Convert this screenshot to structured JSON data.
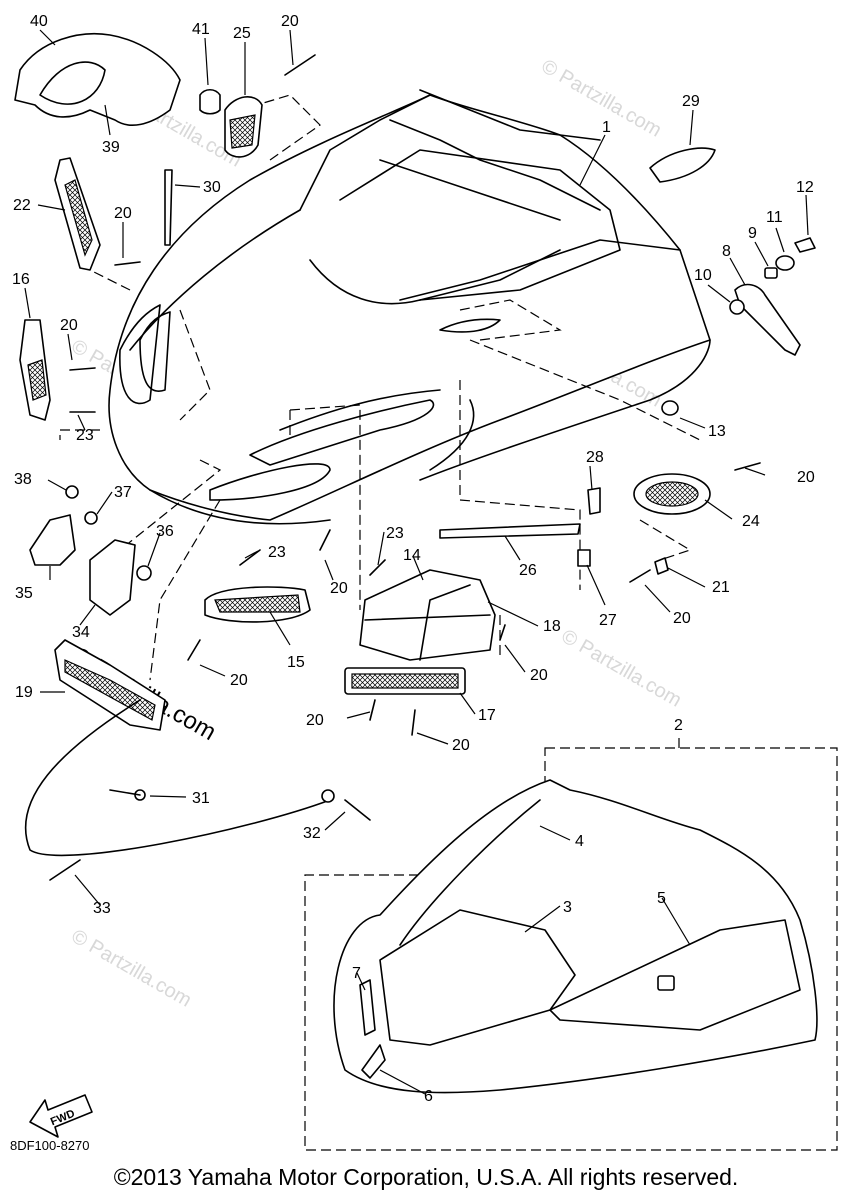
{
  "diagram": {
    "callouts": [
      {
        "id": "c40",
        "text": "40"
      },
      {
        "id": "c41",
        "text": "41"
      },
      {
        "id": "c25",
        "text": "25"
      },
      {
        "id": "c20a",
        "text": "20"
      },
      {
        "id": "c39",
        "text": "39"
      },
      {
        "id": "c30",
        "text": "30"
      },
      {
        "id": "c22",
        "text": "22"
      },
      {
        "id": "c20b",
        "text": "20"
      },
      {
        "id": "c16",
        "text": "16"
      },
      {
        "id": "c20c",
        "text": "20"
      },
      {
        "id": "c23a",
        "text": "23"
      },
      {
        "id": "c29",
        "text": "29"
      },
      {
        "id": "c1",
        "text": "1"
      },
      {
        "id": "c12",
        "text": "12"
      },
      {
        "id": "c11",
        "text": "11"
      },
      {
        "id": "c9",
        "text": "9"
      },
      {
        "id": "c8",
        "text": "8"
      },
      {
        "id": "c10",
        "text": "10"
      },
      {
        "id": "c13",
        "text": "13"
      },
      {
        "id": "c38",
        "text": "38"
      },
      {
        "id": "c37",
        "text": "37"
      },
      {
        "id": "c36",
        "text": "36"
      },
      {
        "id": "c35",
        "text": "35"
      },
      {
        "id": "c34",
        "text": "34"
      },
      {
        "id": "c23b",
        "text": "23"
      },
      {
        "id": "c20d",
        "text": "20"
      },
      {
        "id": "c15",
        "text": "15"
      },
      {
        "id": "c23c",
        "text": "23"
      },
      {
        "id": "c14",
        "text": "14"
      },
      {
        "id": "c28",
        "text": "28"
      },
      {
        "id": "c26",
        "text": "26"
      },
      {
        "id": "c27",
        "text": "27"
      },
      {
        "id": "c20e",
        "text": "20"
      },
      {
        "id": "c24",
        "text": "24"
      },
      {
        "id": "c21",
        "text": "21"
      },
      {
        "id": "c20f",
        "text": "20"
      },
      {
        "id": "c18",
        "text": "18"
      },
      {
        "id": "c20g",
        "text": "20"
      },
      {
        "id": "c19",
        "text": "19"
      },
      {
        "id": "c20h",
        "text": "20"
      },
      {
        "id": "c17",
        "text": "17"
      },
      {
        "id": "c20i",
        "text": "20"
      },
      {
        "id": "c20j",
        "text": "20"
      },
      {
        "id": "c2",
        "text": "2"
      },
      {
        "id": "c31",
        "text": "31"
      },
      {
        "id": "c32",
        "text": "32"
      },
      {
        "id": "c4",
        "text": "4"
      },
      {
        "id": "c33",
        "text": "33"
      },
      {
        "id": "c3",
        "text": "3"
      },
      {
        "id": "c5",
        "text": "5"
      },
      {
        "id": "c7",
        "text": "7"
      },
      {
        "id": "c6",
        "text": "6"
      }
    ],
    "fwd_label": "FWD",
    "watermark": "© Partzilla.com",
    "drawing_code": "8DF100-8270",
    "copyright": "©2013 Yamaha Motor Corporation, U.S.A. All rights reserved."
  }
}
